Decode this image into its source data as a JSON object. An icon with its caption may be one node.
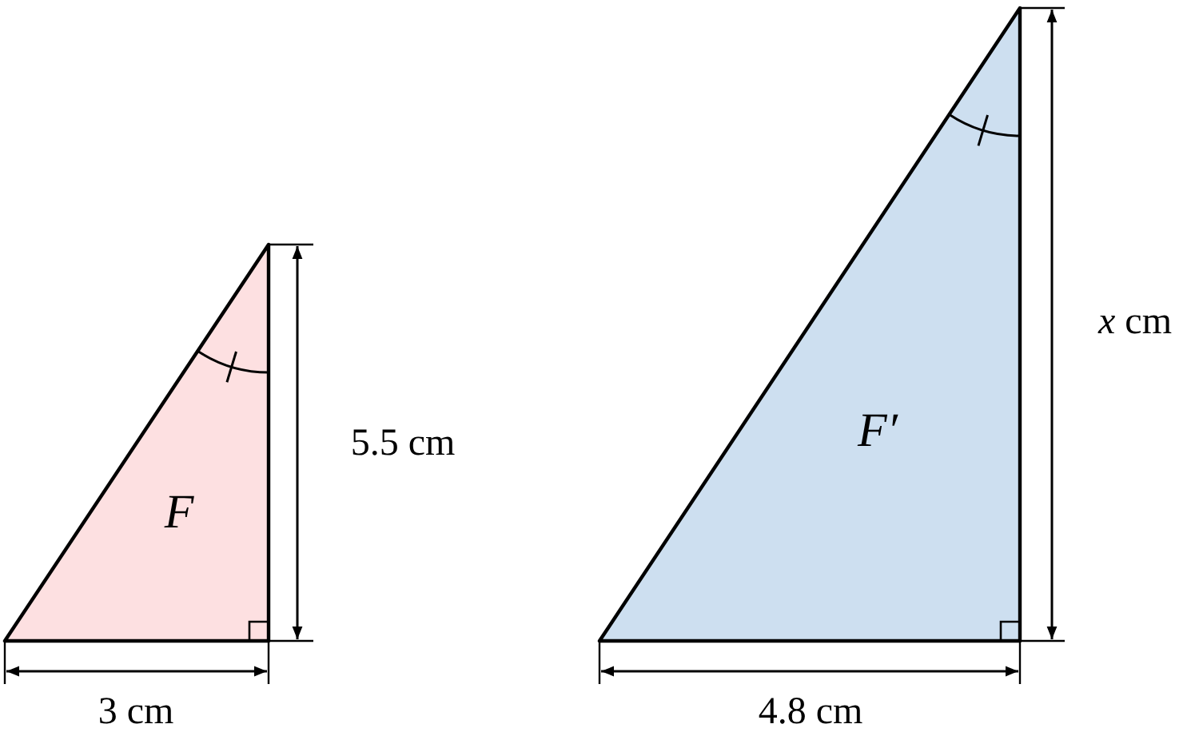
{
  "diagram": {
    "nodes": [
      {
        "text": [
          "F"
        ]
      },
      {
        "text": [
          "F′"
        ]
      }
    ],
    "labels": [
      "5.5 cm",
      "3 cm",
      "*x* cm",
      "4.8 cm"
    ]
  }
}
